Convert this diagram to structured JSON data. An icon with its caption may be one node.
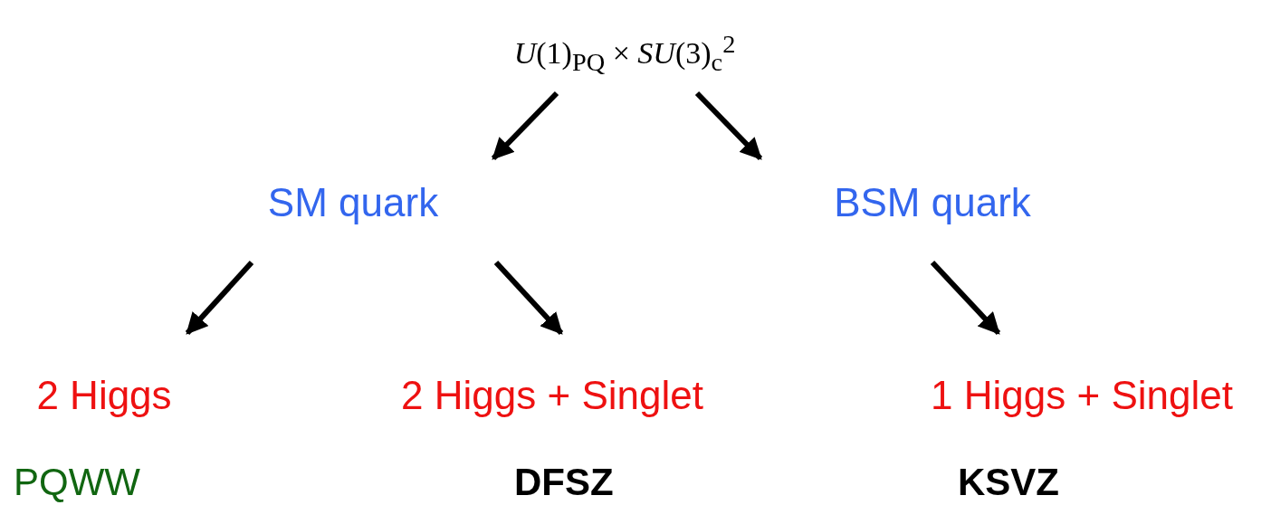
{
  "diagram": {
    "nodes": [
      {
        "text": [
          "*U*(1)$_{PQ}$ × *SU*(3)$_{c}$$^{2}$"
        ]
      },
      {
        "text": [
          "SM quark"
        ]
      },
      {
        "text": [
          "BSM quark"
        ]
      },
      {
        "text": [
          "2 Higgs"
        ]
      },
      {
        "text": [
          "2 Higgs + Singlet"
        ]
      },
      {
        "text": [
          "1 Higgs + Singlet"
        ]
      }
    ],
    "edges": [
      {
        "from": 0,
        "to": 1,
        "arrow": "to"
      },
      {
        "from": 0,
        "to": 2,
        "arrow": "to"
      },
      {
        "from": 1,
        "to": 3,
        "arrow": "to"
      },
      {
        "from": 1,
        "to": 4,
        "arrow": "to"
      },
      {
        "from": 2,
        "to": 5,
        "arrow": "to"
      }
    ],
    "labels": [
      "PQWW",
      "DFSZ",
      "KSVZ"
    ]
  }
}
